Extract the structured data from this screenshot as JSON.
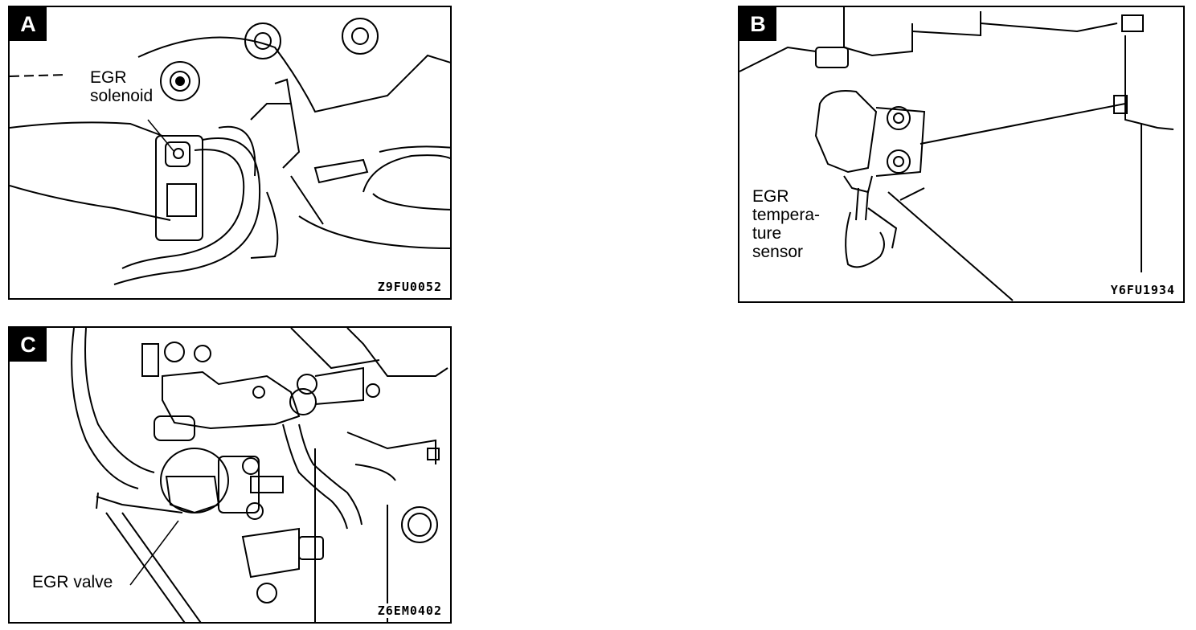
{
  "panels": {
    "a": {
      "badge": "A",
      "labels": [
        "EGR",
        "solenoid"
      ],
      "code": "Z9FU0052"
    },
    "b": {
      "badge": "B",
      "labels": [
        "EGR",
        "tempera-",
        "ture",
        "sensor"
      ],
      "code": "Y6FU1934"
    },
    "c": {
      "badge": "C",
      "labels": [
        "EGR valve"
      ],
      "code": "Z6EM0402"
    }
  }
}
